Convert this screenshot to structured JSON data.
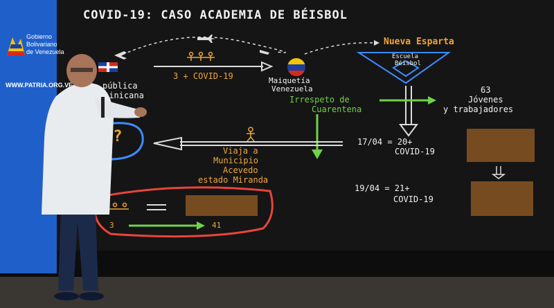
{
  "board": {
    "title": "COVID-19: CASO ACADEMIA DE BÉISBOL",
    "republica": "pública",
    "republica2": "-inicana",
    "arrow_note": "3 + COVID-19",
    "maiquetia": "Maiquetía",
    "venezuela": "Venezuela",
    "nueva_esparta": "Nueva Esparta",
    "escuela": "Escuela",
    "beisbol": "Béisbol",
    "irrespeto": "Irrespeto de",
    "cuarentena": "Cuarentena",
    "jovenes_count": "63",
    "jovenes": "Jóvenes",
    "trabajadores": "y trabajadores",
    "date1": "17/04 = 20+",
    "date1b": "COVID-19",
    "date2": "19/04 = 21+",
    "date2b": "COVID-19",
    "viaja": "Viaja a",
    "municipio": "Municipio",
    "acevedo": "Acevedo",
    "miranda": "estado Miranda",
    "question": "¡?",
    "count_start": "3",
    "count_end": "41"
  },
  "banner": {
    "gobierno": "Gobierno",
    "bolivariano": "Bolivariano",
    "de_venezuela": "de Venezuela",
    "url": "WWW.PATRIA.ORG.VE"
  },
  "colors": {
    "board": "#151515",
    "banner": "#1f5fc9",
    "orange": "#f0a63a",
    "green": "#6fd24a",
    "blue": "#3d8bff",
    "red": "#e8453a"
  }
}
